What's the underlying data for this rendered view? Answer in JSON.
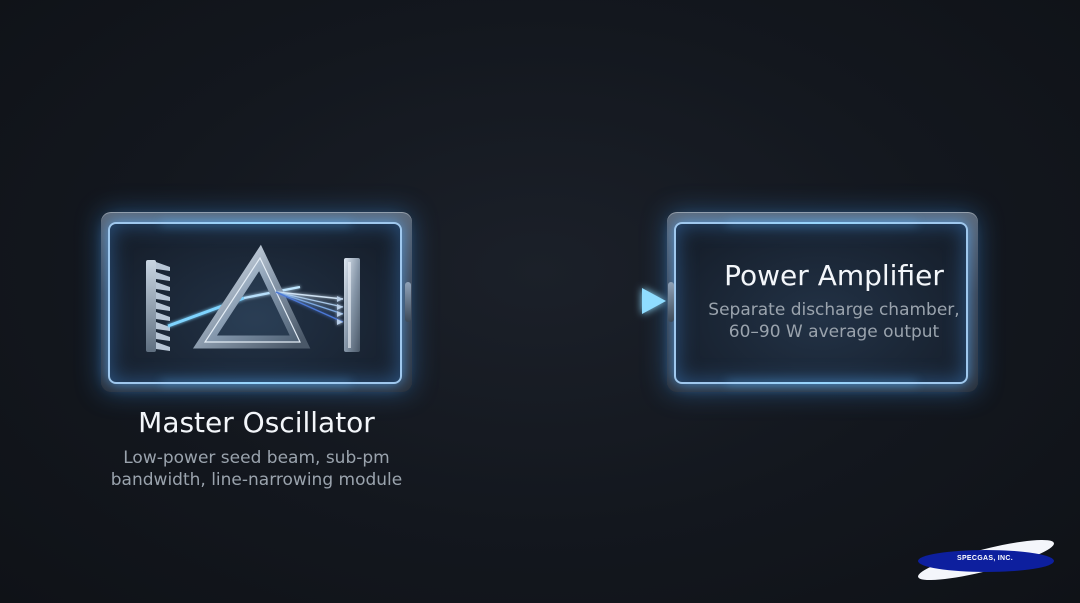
{
  "master_oscillator": {
    "title": "Master Oscillator",
    "description_lines": [
      "Low-power seed beam, sub-pm",
      "bandwidth, line-narrowing module"
    ]
  },
  "power_amplifier": {
    "title": "Power Amplifier",
    "description_lines": [
      "Separate discharge chamber,",
      "60–90 W average output"
    ]
  },
  "logo": {
    "text": "SPECGAS, INC."
  },
  "colors": {
    "background": "#13171e",
    "beam": "#6fd0ff",
    "panel_border": "#9fc8ee",
    "logo_blue": "#0d1f9e"
  },
  "icons": {
    "grating": "diffraction-grating-icon",
    "prism": "prism-icon",
    "mirror": "output-mirror-icon",
    "beam": "beam-arrow"
  }
}
